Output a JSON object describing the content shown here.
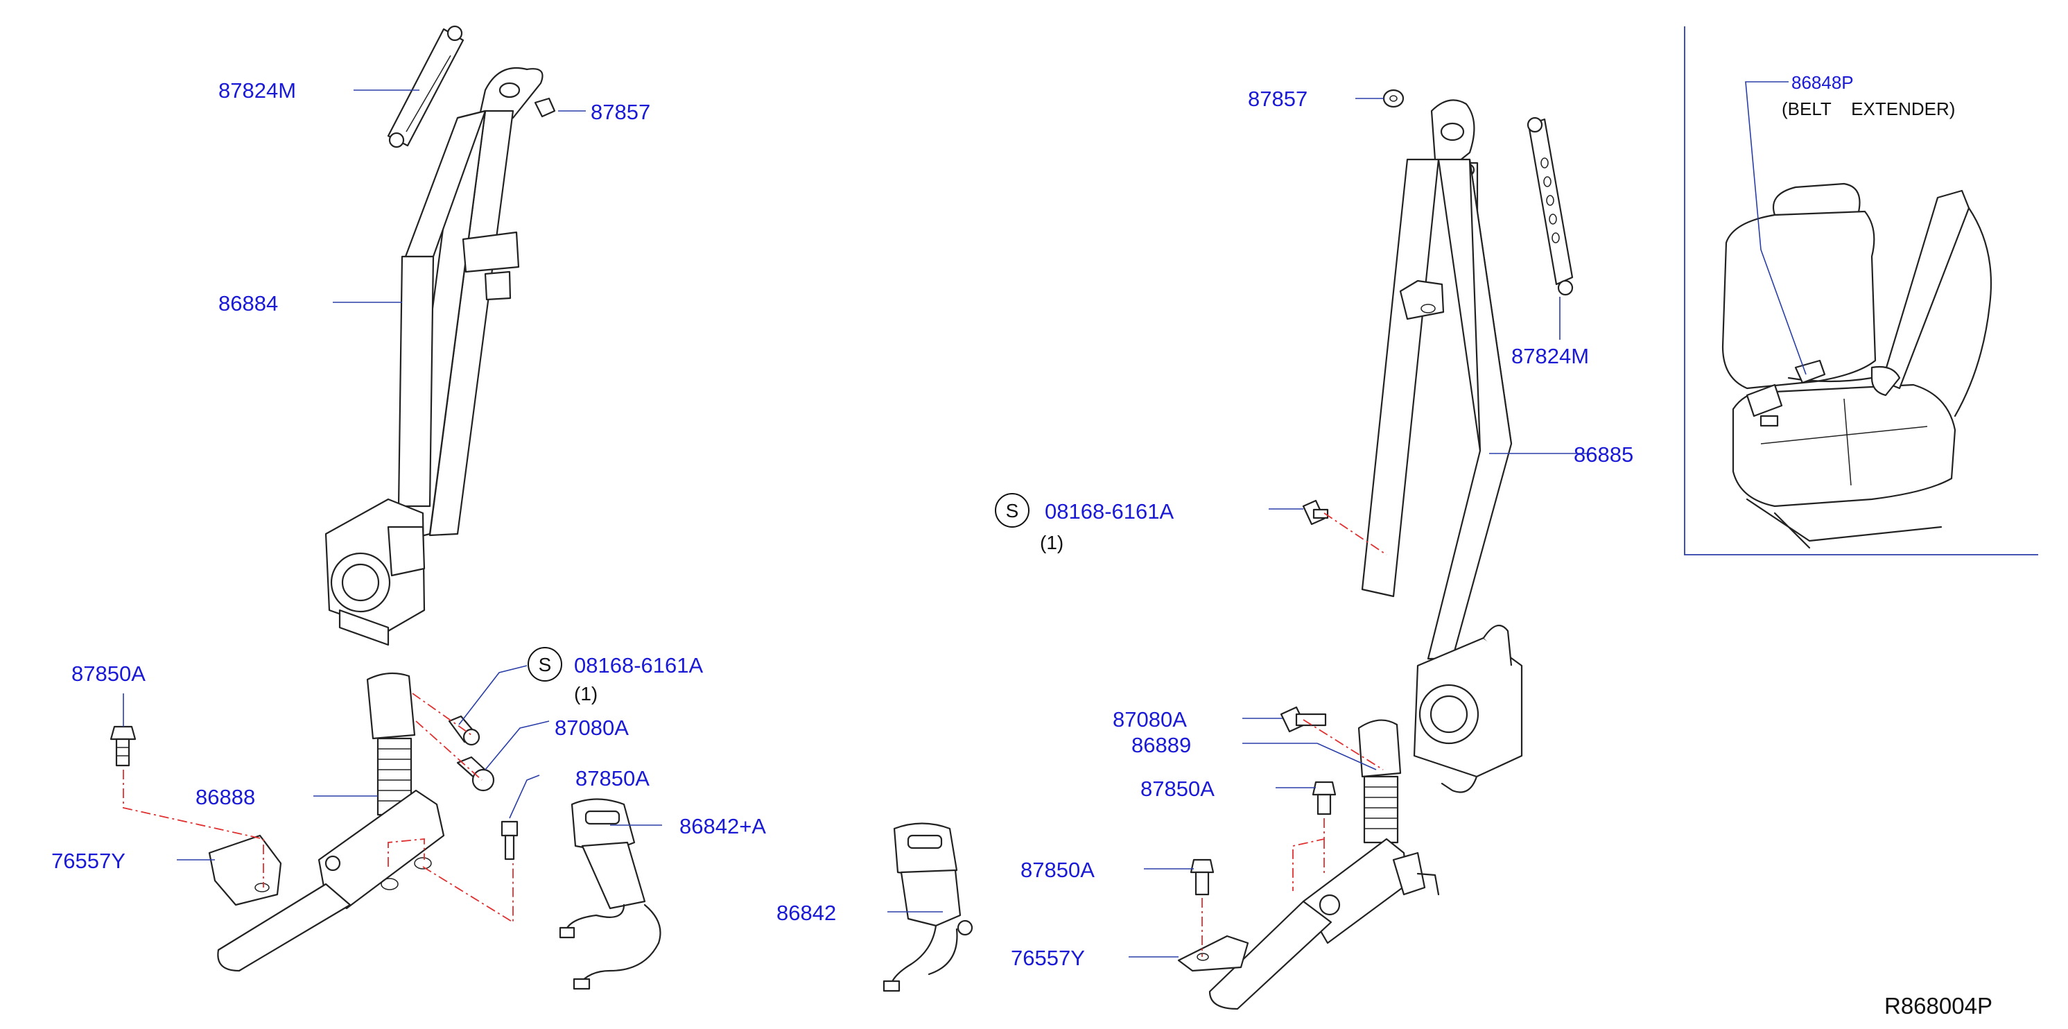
{
  "labels": {
    "l_87824M_top": "87824M",
    "l_87857_left": "87857",
    "l_86884": "86884",
    "l_87850A_left": "87850A",
    "l_08168_left": "08168-6161A",
    "l_qty_left": "(1)",
    "l_87080A_left": "87080A",
    "l_87850A_mid": "87850A",
    "l_86888": "86888",
    "l_86842A": "86842+A",
    "l_76557Y_left": "76557Y",
    "l_86842": "86842",
    "l_87850A_center": "87850A",
    "l_76557Y_center": "76557Y",
    "l_87857_right": "87857",
    "l_87824M_right": "87824M",
    "l_86885": "86885",
    "l_08168_right": "08168-6161A",
    "l_qty_right": "(1)",
    "l_87080A_right": "87080A",
    "l_86889": "86889",
    "l_87850A_right": "87850A",
    "l_86848P": "86848P",
    "l_belt_extender": "(BELT    EXTENDER)",
    "s_symbol_left": "S",
    "s_symbol_right": "S",
    "diagram_code": "R868004P"
  },
  "colors": {
    "label": "#1a1ad6",
    "leader": "#2a3ea8",
    "center_line": "#e03030",
    "drawing": "#222222"
  }
}
